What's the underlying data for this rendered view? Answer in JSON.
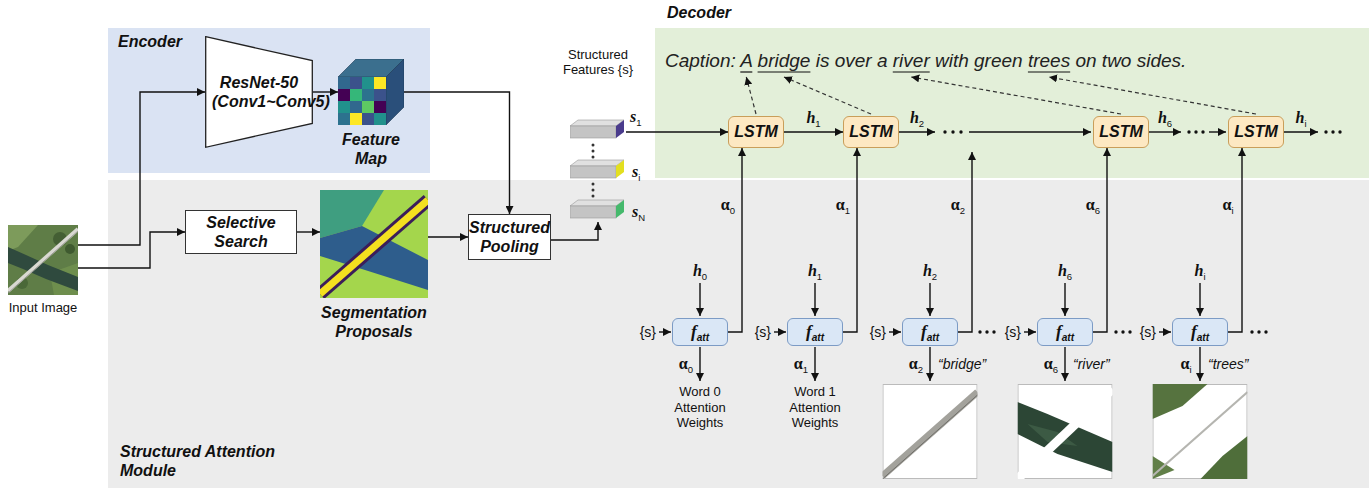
{
  "diagram": {
    "nodes": [
      {
        "text": [
          "Input Image"
        ]
      },
      {
        "text": [
          "Encoder"
        ]
      },
      {
        "text": [
          "ResNet-50 (Conv1~Conv5)"
        ],
        "in": 1
      },
      {
        "text": [
          "Feature Map"
        ],
        "in": 1
      },
      {
        "text": [
          "Structured Attention Module"
        ]
      },
      {
        "text": [
          "Selective Search"
        ],
        "in": 4
      },
      {
        "text": [
          "Segmentation Proposals"
        ],
        "in": 4
      },
      {
        "text": [
          "Structured Pooling"
        ],
        "in": 4
      },
      {
        "text": [
          "Structured Features {s}"
        ]
      },
      {
        "text": [
          "Decoder"
        ]
      },
      {
        "text": [
          "LSTM"
        ],
        "in": 9
      },
      {
        "text": [
          "LSTM"
        ],
        "in": 9
      },
      {
        "text": [
          "LSTM"
        ],
        "in": 9
      },
      {
        "text": [
          "LSTM"
        ],
        "in": 9
      },
      {
        "text": [
          "fatt"
        ],
        "in": 4
      },
      {
        "text": [
          "fatt"
        ],
        "in": 4
      },
      {
        "text": [
          "fatt"
        ],
        "in": 4
      },
      {
        "text": [
          "fatt"
        ],
        "in": 4
      },
      {
        "text": [
          "fatt"
        ],
        "in": 4
      }
    ],
    "edges": [
      {
        "from": 0,
        "to": 2,
        "arrow": "to"
      },
      {
        "from": 0,
        "to": 5,
        "arrow": "to"
      },
      {
        "from": 2,
        "to": 3,
        "arrow": "to"
      },
      {
        "from": 3,
        "to": 7,
        "arrow": "to"
      },
      {
        "from": 5,
        "to": 6,
        "arrow": "to"
      },
      {
        "from": 6,
        "to": 7,
        "arrow": "to"
      },
      {
        "from": 7,
        "to": 8,
        "arrow": "to"
      },
      {
        "from": 8,
        "to": 10,
        "arrow": "to"
      },
      {
        "from": 10,
        "to": 11,
        "arrow": "to",
        "label": "h1"
      },
      {
        "from": 14,
        "to": 10,
        "arrow": "to",
        "label": "α0"
      },
      {
        "from": 15,
        "to": 11,
        "arrow": "to",
        "label": "α1"
      },
      {
        "from": 17,
        "to": 12,
        "arrow": "to",
        "label": "α6"
      },
      {
        "from": 18,
        "to": 13,
        "arrow": "to",
        "label": "αi"
      }
    ],
    "labels": [
      "Caption: A bridge is over a river with green trees on two sides.",
      "s1",
      "si",
      "sN",
      "h2",
      "h6",
      "hi",
      "α2",
      "h0",
      "h1",
      "h2",
      "h6",
      "hi",
      "{s}",
      "{s}",
      "{s}",
      "{s}",
      "{s}",
      "α0",
      "α1",
      "α2",
      "α6",
      "αi",
      "Word 0 Attention Weights",
      "Word 1 Attention Weights",
      "“bridge”",
      "“river”",
      "“trees”"
    ]
  }
}
